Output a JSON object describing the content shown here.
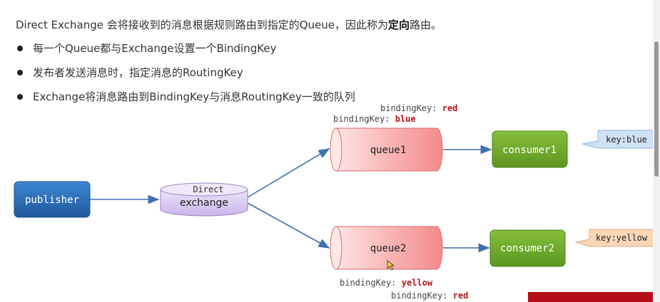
{
  "intro": {
    "before": "Direct Exchange 会将接收到的消息根据规则路由到指定的Queue，因此称为",
    "bold": "定向",
    "after": "路由。"
  },
  "bullets": [
    "每一个Queue都与Exchange设置一个BindingKey",
    "发布者发送消息时，指定消息的RoutingKey",
    "Exchange将消息路由到BindingKey与消息RoutingKey一致的队列"
  ],
  "diagram": {
    "publisher": "publisher",
    "exchange_type": "Direct",
    "exchange": "exchange",
    "queue1": "queue1",
    "queue2": "queue2",
    "consumer1": "consumer1",
    "consumer2": "consumer2",
    "binding_key_label": "bindingKey:",
    "queue1_bindings": [
      "red",
      "blue"
    ],
    "queue2_bindings": [
      "yellow",
      "red"
    ],
    "consumer1_note": "key:blue",
    "consumer2_note": "key:yellow"
  },
  "colors": {
    "publisher": "#2c6fb5",
    "exchange": "#d5c6ee",
    "queue": "#f7a4a4",
    "consumer": "#6ca72a",
    "note_blue": "#cfe1f4",
    "note_orange": "#fbd6b7",
    "key_value": "#b0141a",
    "arrow": "#3f6fae"
  }
}
